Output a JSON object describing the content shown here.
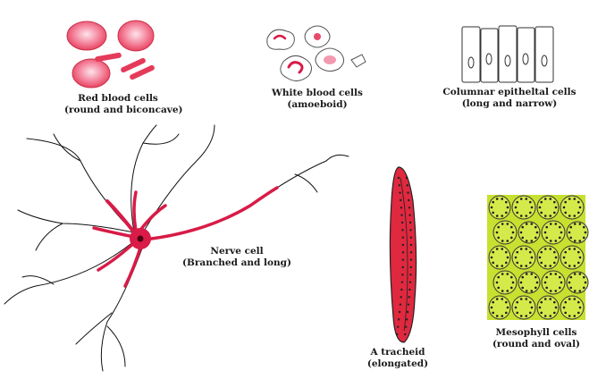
{
  "colors": {
    "rbc_fill": "#f25c7a",
    "rbc_light": "#fbd0da",
    "neuron": "#d81b47",
    "tracheid": "#e0283f",
    "mesophyll": "#c8e030",
    "outline": "#222222"
  },
  "cells": {
    "red_blood": {
      "name": "Red blood cells",
      "note": "(round and biconcave)"
    },
    "white_blood": {
      "name": "White blood cells",
      "note": "(amoeboid)"
    },
    "columnar": {
      "name": "Columnar epitheltal cells",
      "note": "(long and narrow)"
    },
    "nerve": {
      "name": "Nerve cell",
      "note": "(Branched and long)"
    },
    "tracheid": {
      "name": "A tracheid",
      "note": "(elongated)"
    },
    "mesophyll": {
      "name": "Mesophyll cells",
      "note": "(round and oval)"
    }
  }
}
